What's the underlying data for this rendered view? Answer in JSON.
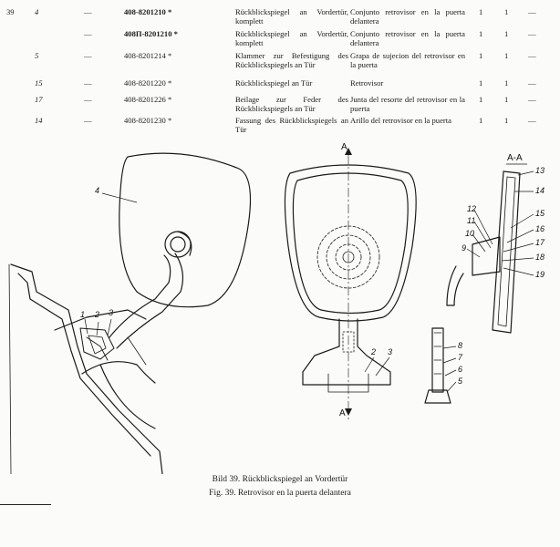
{
  "table": {
    "rows": [
      {
        "fig": "39",
        "pos": "4",
        "dash": "—",
        "number": "408-8201210 *",
        "bold": true,
        "de": "Rückblickspiegel an Vordertür, komplett",
        "es": "Conjunto retrovisor en la puerta delantera",
        "q1": "1",
        "q2": "1",
        "q3": "—"
      },
      {
        "fig": "",
        "pos": "",
        "dash": "—",
        "number": "408П-8201210 *",
        "bold": true,
        "de": "Rückblickspiegel an Vordertür, komplett",
        "es": "Conjunto retrovisor en la puerta delantera",
        "q1": "1",
        "q2": "1",
        "q3": "—"
      },
      {
        "fig": "",
        "pos": "5",
        "dash": "—",
        "number": "408-8201214 *",
        "bold": false,
        "de": "Klammer zur Befestigung des Rückblickspiegels an Tür",
        "es": "Grapa de sujecion del retrovisor en la puerta",
        "q1": "1",
        "q2": "1",
        "q3": "—"
      },
      {
        "fig": "",
        "pos": "15",
        "dash": "—",
        "number": "408-8201220 *",
        "bold": false,
        "de": "Rückblickspiegel an Tür",
        "es": "Retrovisor",
        "q1": "1",
        "q2": "1",
        "q3": "—"
      },
      {
        "fig": "",
        "pos": "17",
        "dash": "—",
        "number": "408-8201226 *",
        "bold": false,
        "de": "Beilage zur Feder des Rückblickspiegels an Tür",
        "es": "Junta del resorte del retrovisor en la puerta",
        "q1": "1",
        "q2": "1",
        "q3": "—"
      },
      {
        "fig": "",
        "pos": "14",
        "dash": "—",
        "number": "408-8201230 *",
        "bold": false,
        "de": "Fassung des Rückblickspiegels an Tür",
        "es": "Arillo del retrovisor en la puerta",
        "q1": "1",
        "q2": "1",
        "q3": "—"
      }
    ]
  },
  "figure": {
    "caption_de": "Bild 39. Rückblickspiegel an Vordertür",
    "caption_es": "Fig. 39. Retrovisor en la puerta delantera",
    "section_label": "A-A",
    "section_marks": [
      "A",
      "A"
    ],
    "callouts": [
      "1",
      "2",
      "3",
      "4",
      "2",
      "3",
      "13",
      "14",
      "15",
      "12",
      "11",
      "16",
      "10",
      "17",
      "9",
      "18",
      "19",
      "8",
      "7",
      "6",
      "5"
    ]
  }
}
